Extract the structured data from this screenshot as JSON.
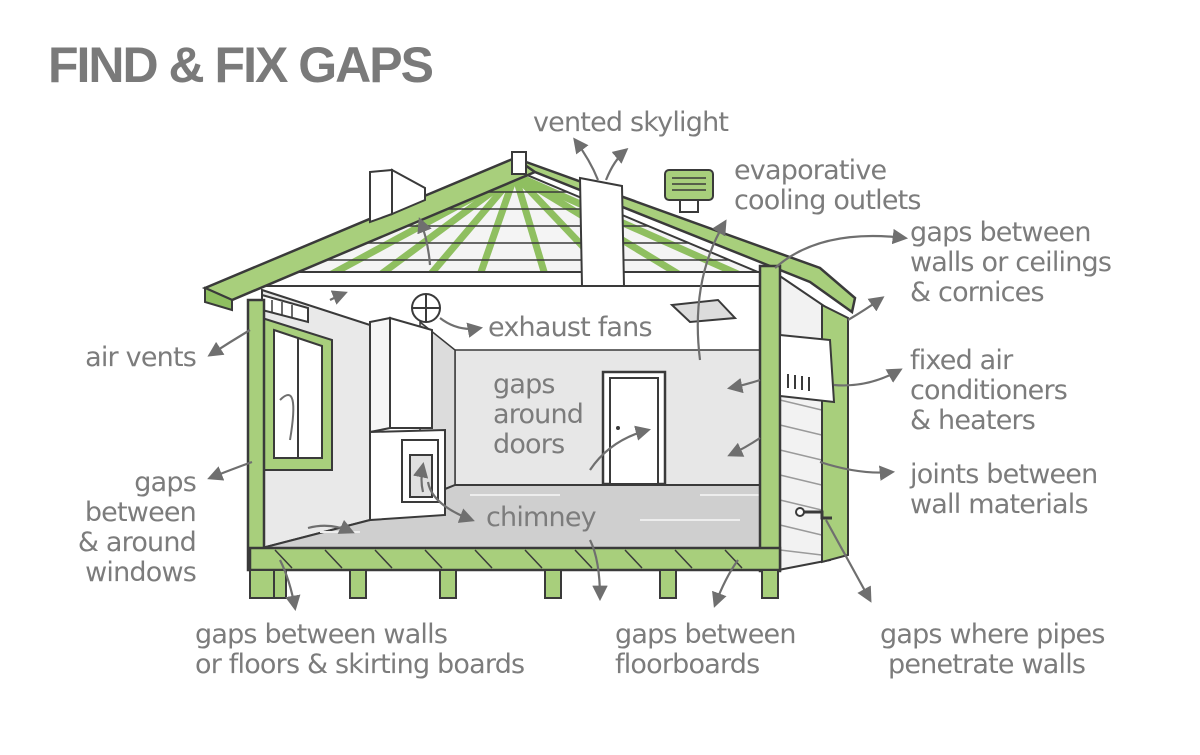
{
  "title": "FIND & FIX GAPS",
  "colors": {
    "roof_green": "#a8cf7c",
    "outline": "#3a3a3a",
    "wall_grey": "#e7e7e7",
    "floor_grey": "#cfcfcf",
    "arrow_grey": "#6f6f6f",
    "label_grey": "#7c7c7c"
  },
  "labels": {
    "vented_skylight": [
      "vented skylight"
    ],
    "evaporative_cooling": [
      "evaporative",
      "cooling outlets"
    ],
    "gaps_walls_ceilings": [
      "gaps between",
      "walls or ceilings",
      "& cornices"
    ],
    "air_vents": [
      "air vents"
    ],
    "exhaust_fans": [
      "exhaust fans"
    ],
    "gaps_around_doors": [
      "gaps",
      "around",
      "doors"
    ],
    "fixed_air_conditioners": [
      "fixed air",
      "conditioners",
      "& heaters"
    ],
    "joints_wall_materials": [
      "joints between",
      "wall materials"
    ],
    "gaps_windows": [
      "gaps",
      "between",
      "& around",
      "windows"
    ],
    "chimney": [
      "chimney"
    ],
    "gaps_walls_floors": [
      "gaps between walls",
      "or floors & skirting boards"
    ],
    "gaps_floorboards": [
      "gaps between",
      "floorboards"
    ],
    "gaps_pipes": [
      "gaps where pipes",
      "penetrate walls"
    ]
  }
}
